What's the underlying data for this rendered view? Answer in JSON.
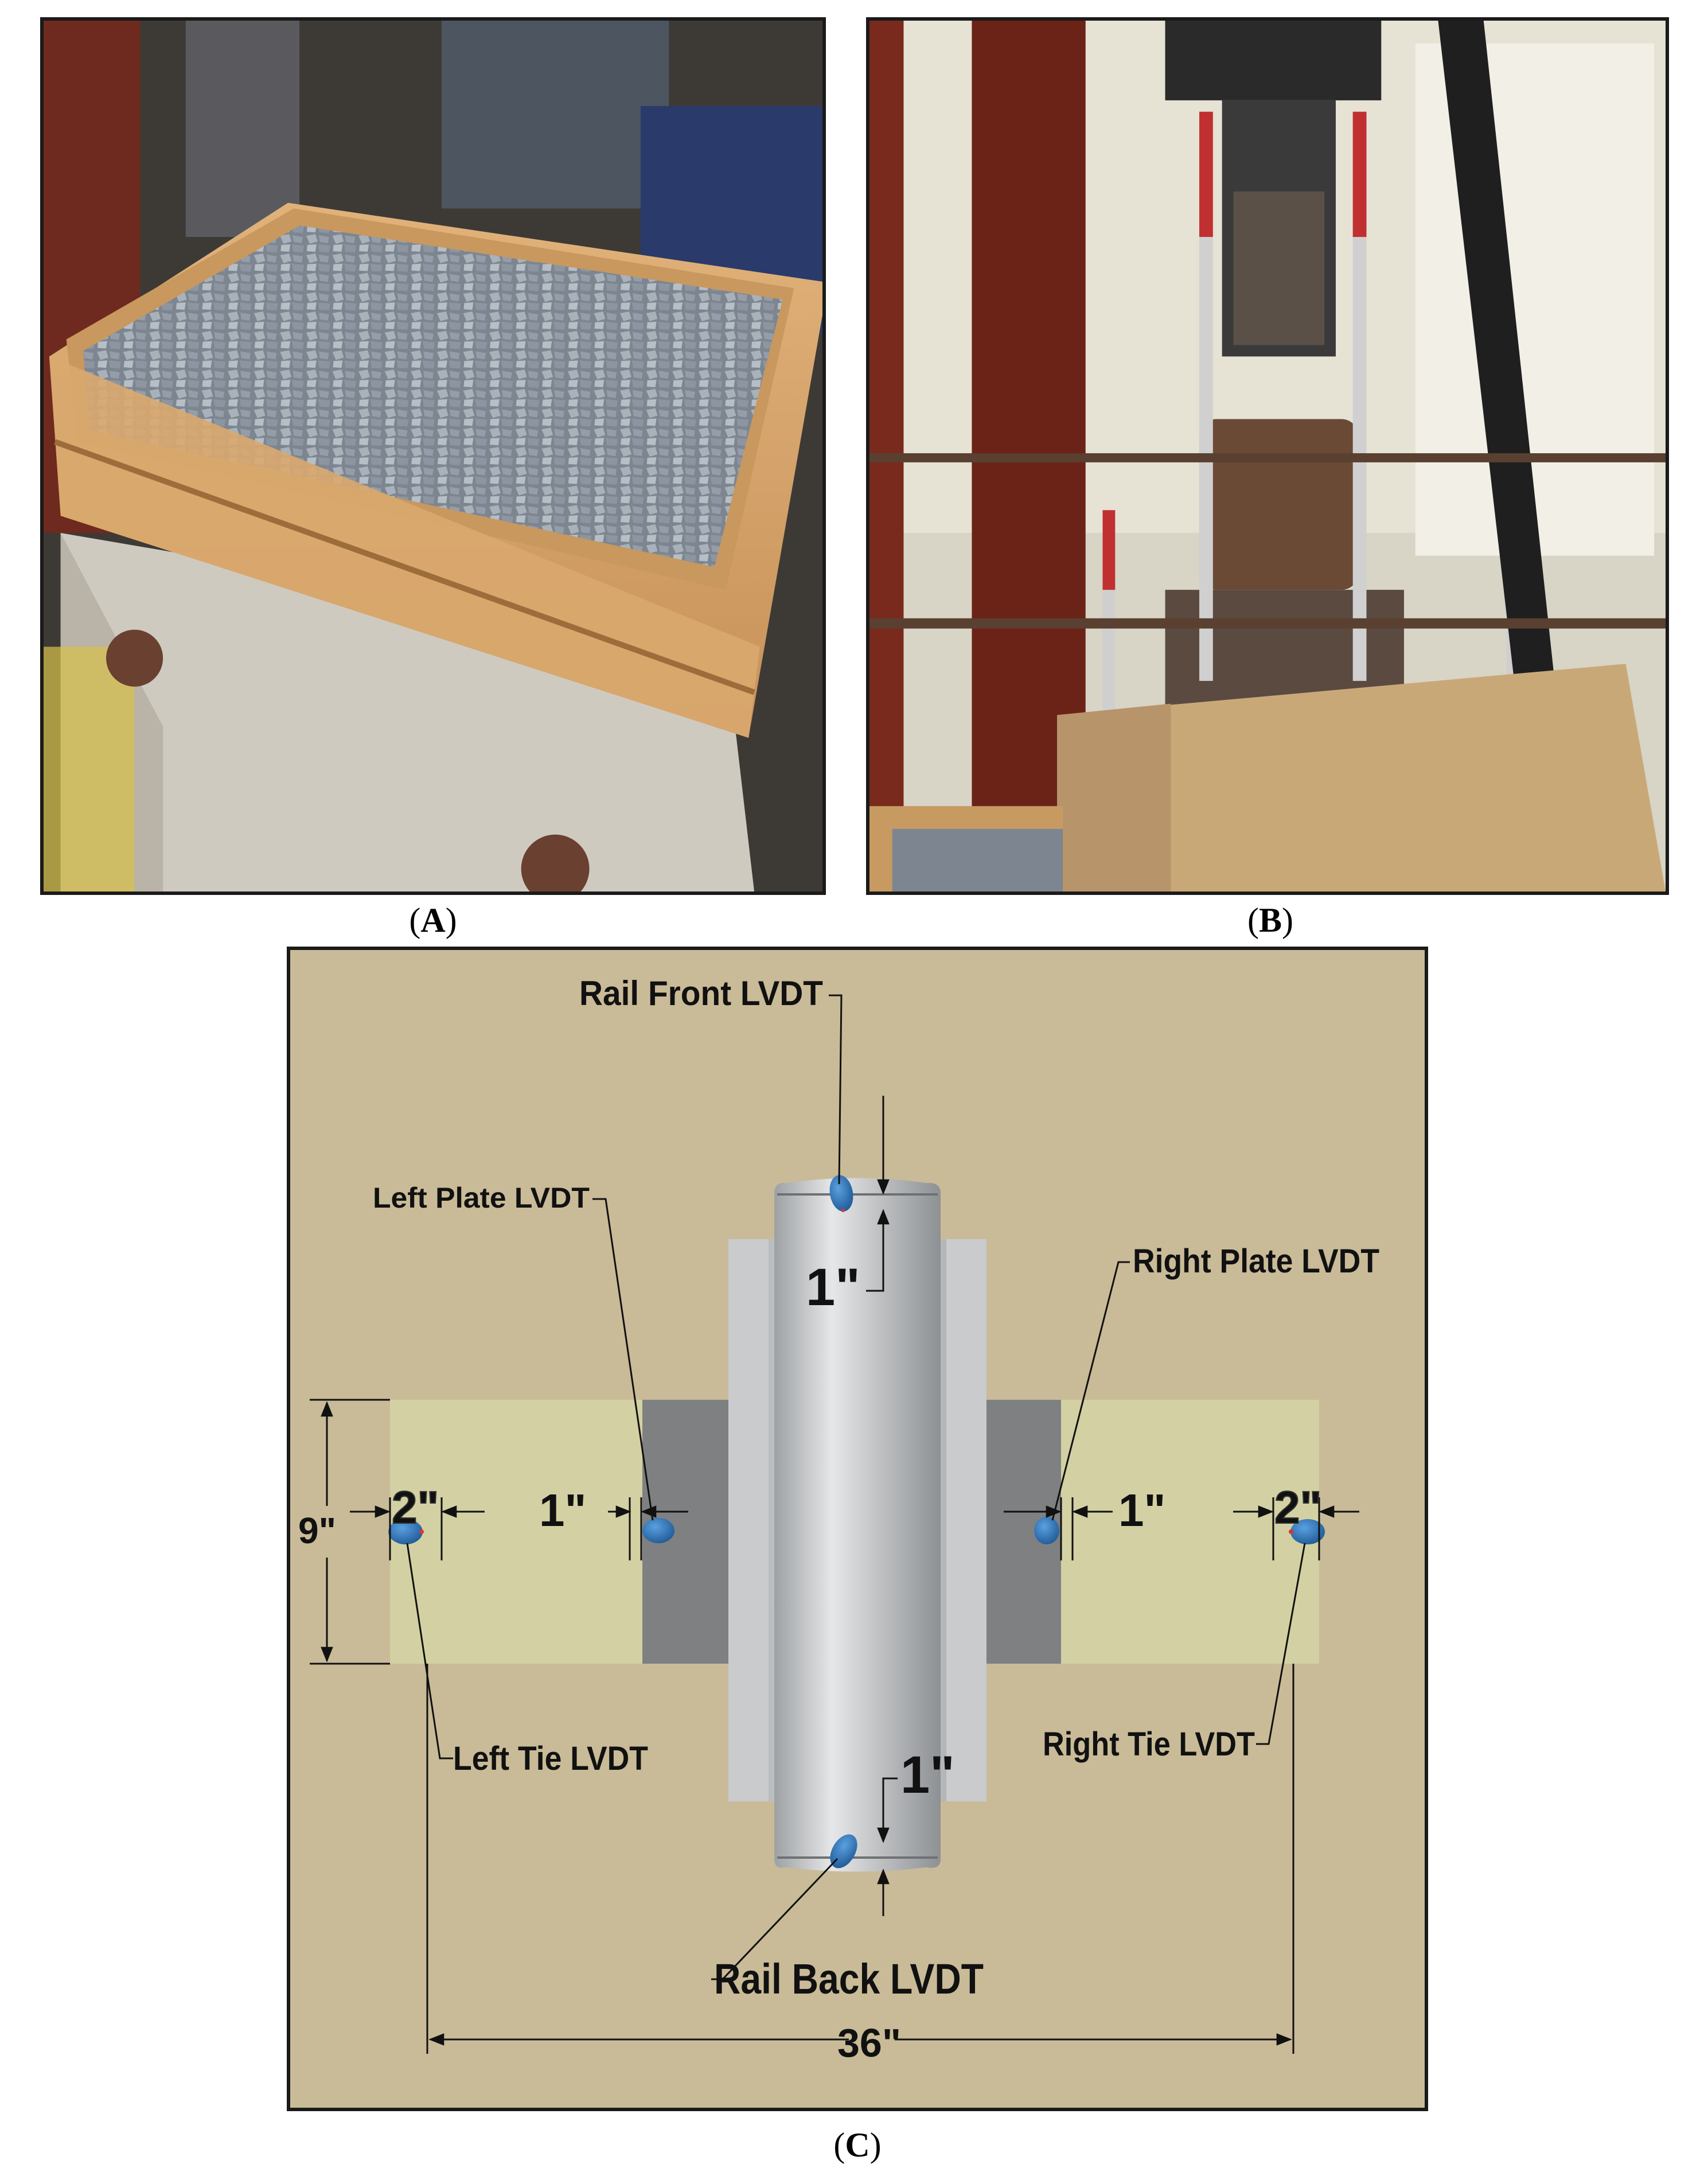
{
  "captions": {
    "a": "A",
    "b": "B",
    "c": "C"
  },
  "diagram": {
    "labels": {
      "rail_front": "Rail Front LVDT",
      "left_plate": "Left Plate LVDT",
      "right_plate": "Right Plate LVDT",
      "left_tie": "Left Tie LVDT",
      "right_tie": "Right Tie LVDT",
      "rail_back": "Rail Back LVDT"
    },
    "dims": {
      "front_offset": "1\"",
      "back_offset": "1\"",
      "left_plate_gap": "1\"",
      "right_plate_gap": "1\"",
      "left_tie_edge": "2\"",
      "right_tie_edge": "2\"",
      "tie_width": "9\"",
      "tie_span": "36\""
    },
    "colors": {
      "background": "#c9bb98",
      "tie": "#d3d1a3",
      "plate": "#7f8082",
      "rail": "#bdbfc1",
      "lvdt": "#2f73b8"
    }
  }
}
